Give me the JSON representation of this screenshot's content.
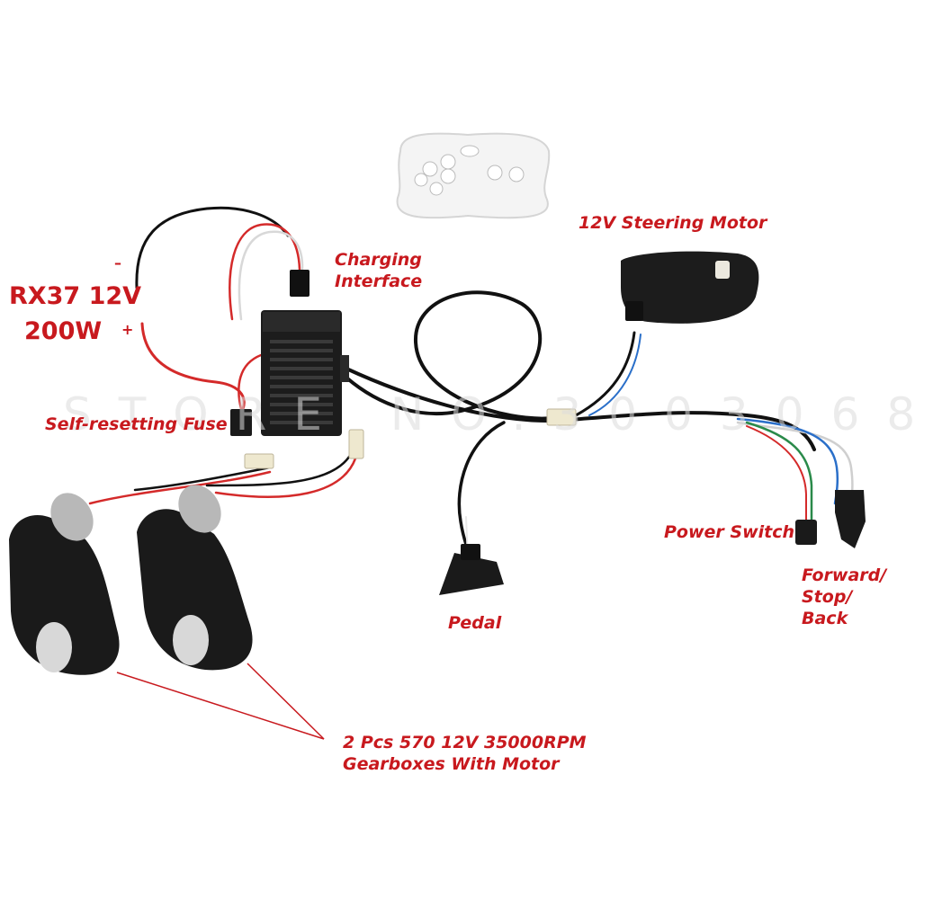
{
  "labels": {
    "model_line1": "RX37 12V",
    "model_line2": "200W",
    "minus_sign": "–",
    "plus_sign": "+",
    "charging_line1": "Charging",
    "charging_line2": "Interface",
    "steering_motor": "12V Steering Motor",
    "fuse": "Self-resetting Fuse",
    "power_switch": "Power Switch",
    "direction_line1": "Forward/",
    "direction_line2": "Stop/",
    "direction_line3": "Back",
    "pedal": "Pedal",
    "gearbox_line1": "2 Pcs 570 12V 35000RPM",
    "gearbox_line2": "Gearboxes With Motor"
  },
  "watermark": "STORE NO.3003068",
  "colors": {
    "label_red": "#c8191e",
    "device_black": "#1c1c1c",
    "wire_red": "#d42a2a",
    "wire_black": "#111111",
    "wire_blue": "#2a6fc9",
    "wire_white": "#e8e8e8",
    "wire_green": "#2a8a4a"
  },
  "icons": {
    "remote": "remote-control-icon",
    "controller": "controller-box-icon",
    "steering": "steering-motor-icon",
    "gearbox": "gearbox-motor-icon",
    "pedal": "pedal-icon",
    "switch": "rocker-switch-icon"
  }
}
